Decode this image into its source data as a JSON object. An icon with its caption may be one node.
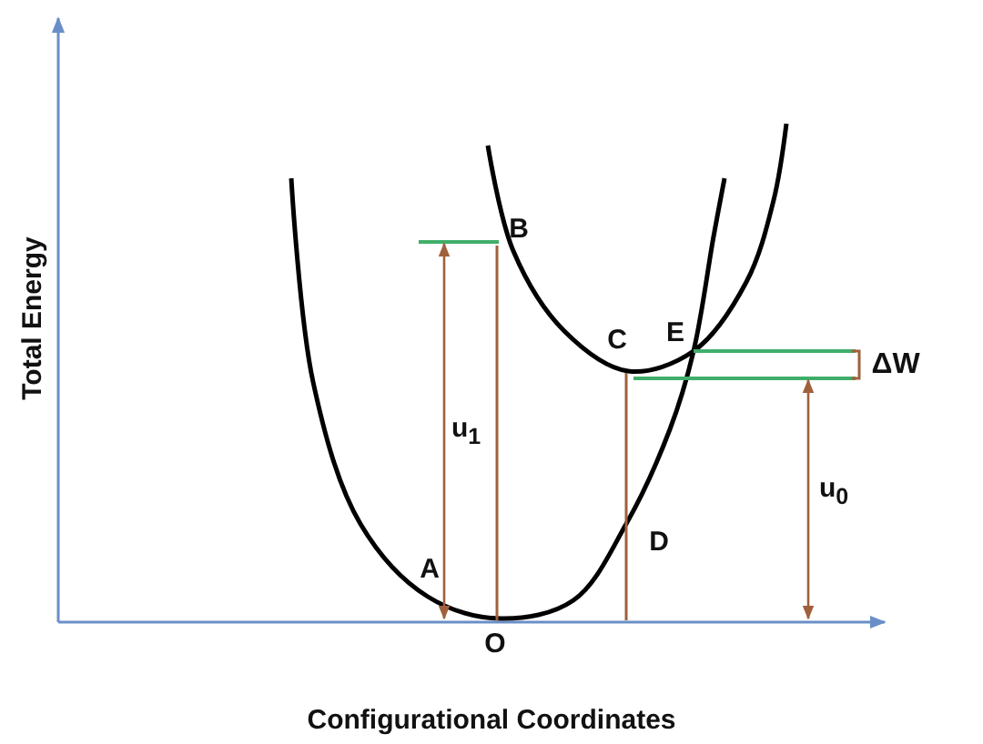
{
  "diagram": {
    "labels": [
      "Total Energy",
      "B",
      "C",
      "E",
      "ΔW",
      "u$_{1}$",
      "u$_{0}$",
      "D",
      "A",
      "O",
      "Configurational Coordinates"
    ]
  }
}
